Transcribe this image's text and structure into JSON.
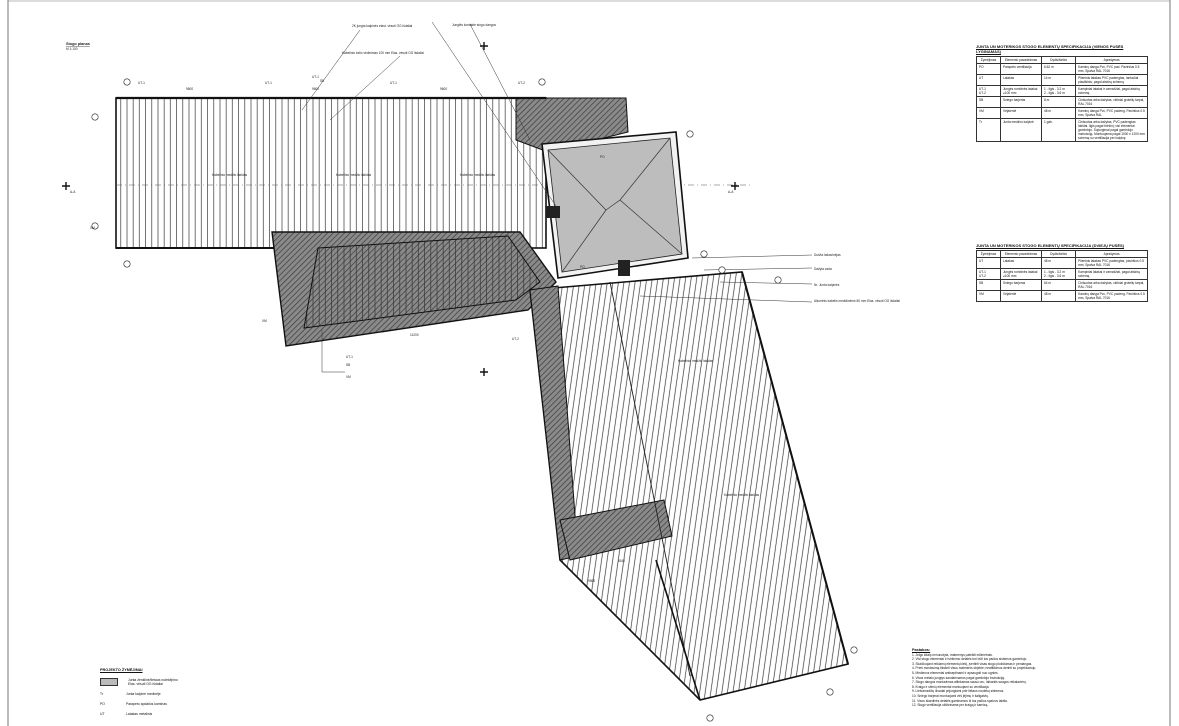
{
  "plan": {
    "title": "Stogo planas",
    "scale": "M 1:100",
    "callouts": {
      "top_a": "2K jungta kalpinės\nelast. vėsuti OG išdaliai",
      "top_b": "Junglės kontakte stogo dangos",
      "top_c": "Kabelinio kelio vėdinimas 100 mm\nElas. vėsuti OG išdaliai",
      "right_a": "Duš/ta laikavinėjas",
      "right_b": "Dažyta vada",
      "right_c": "Nr. Junta kalpinės",
      "right_d": "Aliuminis kabelis medidinėms 80 mm\nElas. vėsuti OG išdaliai",
      "mid_a": "Kabelinio\nmedžio lakštas",
      "mid_b": "Kabelinio\nmedžio lakštas",
      "mid_c": "Kabelinio\nmedžio lakštas",
      "wing_a": "Kabelinio\nmedžio lakštas",
      "wing_b": "Kabelinio\nmedžio lakštas"
    },
    "marks": [
      "UT-1",
      "UT-1",
      "UT-1",
      "UT-2",
      "UT-1",
      "SB",
      "VM",
      "VM",
      "PO",
      "PO",
      "UT-1",
      "UT-2",
      "SB",
      "VM"
    ],
    "axis_marker": "A-A",
    "dims": [
      "9600",
      "9600",
      "9600",
      "11200",
      "8160",
      "9560"
    ]
  },
  "spec1": {
    "title": "JUNTA UN MOTERIKOS STOGO ELEMENTŲ SPECIFIKACIJA (VIENOS PUSĖS LYGINAMAS)",
    "headers": [
      "Žymėjimas",
      "Elemento pavadinimas",
      "Dydis/kiekis",
      "Aprašymas"
    ],
    "rows": [
      [
        "PO",
        "Parapeto ventiliacija",
        "6.62 m",
        "Kaminų danga Pvc, PVC pad. Paviršius 0.5 mm, Spalva RAL 7016"
      ],
      [
        "UT",
        "Latakas",
        "14 m",
        "Plieninis latakas PVC padengtas, lanksčiai plastikinis, pagal atskirą schemą"
      ],
      [
        "UT-1\nUT-2",
        "Jungės rombinės latakai ⌀100 mm",
        "1 - ilgis - 3.2 m\n2 - ilgis - 3.6 m",
        "Kampiniai latakai ir vamzdžiai, pagal atskirą schemą"
      ],
      [
        "SB",
        "Sniego barjeras",
        "8 m",
        "Cinkuotas arba dažytas, vidiniai grotelių tarpai, RAL 7016"
      ],
      [
        "VM",
        "Vėjalentė",
        "48 m",
        "Kaminų danga Pvc, PVC padeng. Paviršius 0.5 mm, Spalva RAL"
      ],
      [
        "Tr",
        "Junta mediniu kalpinė",
        "1 gab.",
        "Cinkuotas arba dažytas, PVC padengtas lakštai. Ilgis pagal brėžinį; visi elementai gamintojo. Sujungimai pagal gamintojo instrukciją. Montuojama pagal 1000 x 1200 mm schemą su ventiliacija per kalpinę"
      ]
    ]
  },
  "spec2": {
    "title": "JUNTA UN MOTERIKOS STOGO ELEMENTŲ SPECIFIKACIJA (DVIEJŲ PUSĖS)",
    "headers": [
      "Žymėjimas",
      "Elemento pavadinimas",
      "Dydis/kiekis",
      "Aprašymas"
    ],
    "rows": [
      [
        "UT",
        "Latakas",
        "48 m",
        "Plieninis latakas PVC padengtas, paviršius 0.5 mm, Spalva RAL 7016"
      ],
      [
        "UT-1\nUT-2",
        "Jungės rombinės latakai ⌀100 mm",
        "1 - ilgis - 3.2 m\n2 - ilgis - 3.6 m",
        "Kampiniai latakai ir vamzdžiai, pagal atskirą schemą"
      ],
      [
        "SB",
        "Sniego barjeras",
        "64 m",
        "Cinkuotas arba dažytas, vidiniai grotelių tarpai, RAL 7016"
      ],
      [
        "VM",
        "Vėjalentė",
        "48 m",
        "Kaminų danga Pvc, PVC padeng. Paviršius 0.5 mm, Spalva RAL 7016"
      ]
    ]
  },
  "notes": {
    "title": "Pastabos:",
    "items": [
      "1. Jeigu kitaip nenurodyta, matmenys pateikti milimetrais.",
      "2. Visi stogo elementai ir tvirtinimo detalės turi būti tos pačios sistemos gamintojo.",
      "3. Skaičiuojant reikiamų elementų kiekį, įvertinti visas stogo plokštumas ir perdangas.",
      "4. Prieš montavimą tikslinti visus matmenis objekte; neatitikimus derinti su projektuotoju.",
      "5. Medienos elementai antiseptinami ir apsaugoti nuo ugnies.",
      "6. Visos metalo jungtys sandarinamos pagal gamintojo instrukciją.",
      "7. Stogo dangos montavimas atliekamas sausu oru, laikantis saugos reikalavimų.",
      "8. Kraigo ir slėnių elementai montuojami su ventiliacija.",
      "9. Lietvamzdžių išvadai prijungiami prie lietaus nuotekų sistemos.",
      "10. Sniego barjerai montuojami virš įėjimų ir šaligatvių.",
      "11. Visos skardinės detalės gaminamos iš tos pačios spalvos lakšto.",
      "12. Stogo ventiliacija užtikrinama per kraigą ir karnizą."
    ]
  },
  "legend": {
    "title": "PROJEKTO ŽYMĖJIMAI",
    "items": [
      {
        "code": "",
        "text": "Junta ženklinė/lietaus nutekėjimo\nElas. vėsuti OG išdaliai"
      },
      {
        "code": "Tr",
        "text": "Junta kalpinė medinėje"
      },
      {
        "code": "PO",
        "text": "Parapeto apdailos kaminas"
      },
      {
        "code": "UT",
        "text": "Latakas metalinis"
      }
    ]
  }
}
